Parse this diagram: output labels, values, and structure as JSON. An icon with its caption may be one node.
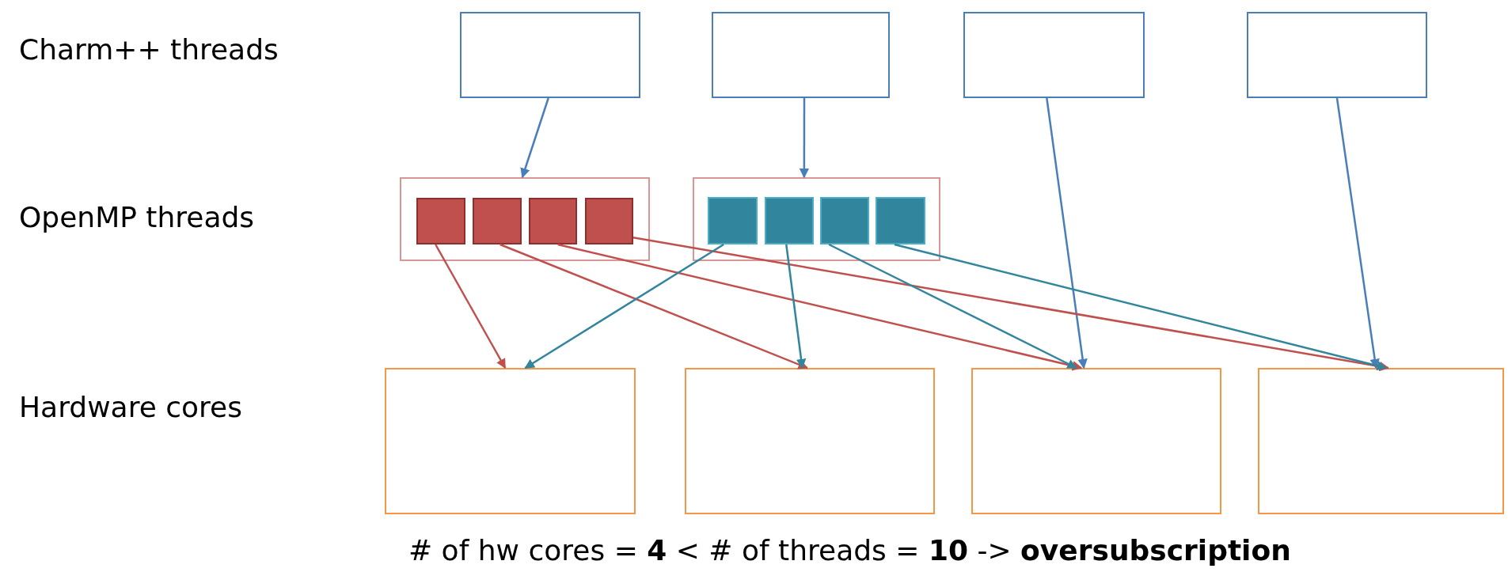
{
  "diagram": {
    "caption": "# of hw cores = **4** < # of threads = **10**  -> **oversubscription**",
    "nodes": [
      {
        "text": [],
        "shape": "box"
      },
      {
        "text": [],
        "shape": "box"
      },
      {
        "text": [],
        "shape": "box"
      },
      {
        "text": [],
        "shape": "box"
      },
      {
        "text": [],
        "shape": "box"
      },
      {
        "text": [],
        "shape": "box",
        "in": 4
      },
      {
        "text": [],
        "shape": "box",
        "in": 4
      },
      {
        "text": [],
        "shape": "box",
        "in": 4
      },
      {
        "text": [],
        "shape": "box",
        "in": 4
      },
      {
        "text": [],
        "shape": "box"
      },
      {
        "text": [],
        "shape": "box",
        "in": 9
      },
      {
        "text": [],
        "shape": "box",
        "in": 9
      },
      {
        "text": [],
        "shape": "box",
        "in": 9
      },
      {
        "text": [],
        "shape": "box",
        "in": 9
      },
      {
        "text": [],
        "shape": "box"
      },
      {
        "text": [],
        "shape": "box"
      },
      {
        "text": [],
        "shape": "box"
      },
      {
        "text": [],
        "shape": "box"
      }
    ],
    "edges": [
      {
        "from": 0,
        "to": 4,
        "arrow": "to",
        "color": "#4a7ebb"
      },
      {
        "from": 1,
        "to": 9,
        "arrow": "to",
        "color": "#4a7ebb"
      },
      {
        "from": 2,
        "to": 16,
        "arrow": "to",
        "color": "#4a7ebb"
      },
      {
        "from": 3,
        "to": 17,
        "arrow": "to",
        "color": "#4a7ebb"
      },
      {
        "from": 5,
        "to": 14,
        "arrow": "to",
        "color": "#c0504d"
      },
      {
        "from": 6,
        "to": 15,
        "arrow": "to",
        "color": "#c0504d"
      },
      {
        "from": 7,
        "to": 16,
        "arrow": "to",
        "color": "#c0504d"
      },
      {
        "from": 8,
        "to": 17,
        "arrow": "to",
        "color": "#c0504d"
      },
      {
        "from": 10,
        "to": 14,
        "arrow": "to",
        "color": "#31859c"
      },
      {
        "from": 11,
        "to": 15,
        "arrow": "to",
        "color": "#31859c"
      },
      {
        "from": 12,
        "to": 16,
        "arrow": "to",
        "color": "#31859c"
      },
      {
        "from": 13,
        "to": 17,
        "arrow": "to",
        "color": "#31859c"
      }
    ],
    "labels": [
      "Charm++ threads",
      "OpenMP threads",
      "Hardware cores"
    ]
  }
}
